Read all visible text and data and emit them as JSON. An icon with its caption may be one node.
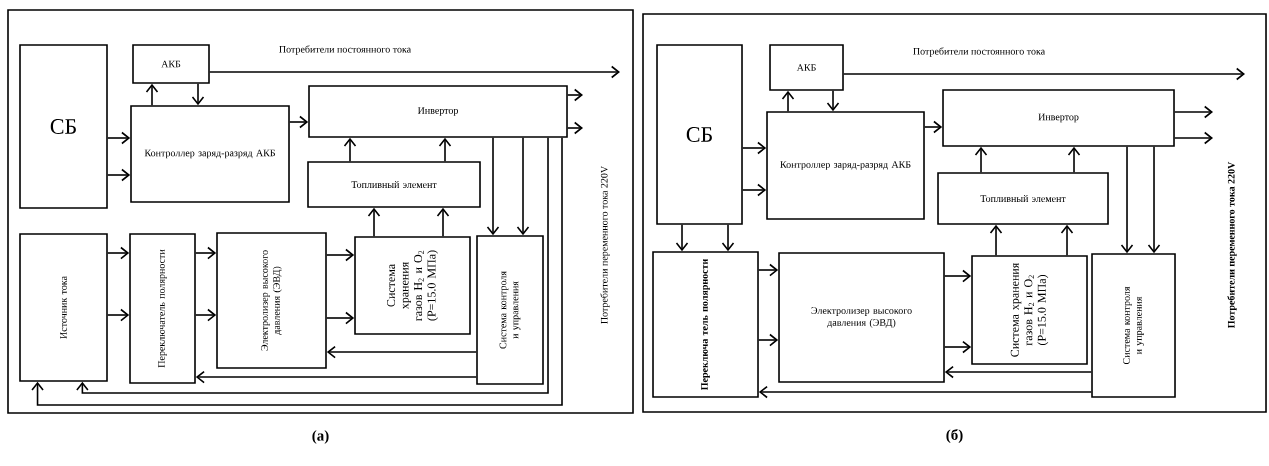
{
  "diagram": {
    "nodes": [
      {
        "text": [
          "(a)"
        ]
      },
      {
        "text": [
          "СБ"
        ],
        "in": 0
      },
      {
        "text": [
          "АКБ"
        ],
        "in": 0
      },
      {
        "text": [
          "Контроллер заряд-разряд АКБ"
        ],
        "in": 0
      },
      {
        "text": [
          "Инвертор"
        ],
        "in": 0
      },
      {
        "text": [
          "Топливный элемент"
        ],
        "in": 0
      },
      {
        "text": [
          "Источник тока"
        ],
        "in": 0
      },
      {
        "text": [
          "Переключатель полярности"
        ],
        "in": 0
      },
      {
        "text": [
          "Электролизер высокого давления (ЭВД)"
        ],
        "in": 0
      },
      {
        "text": [
          "Система хранения газов H$_{2}$ и O$_{2}$ (P=15.0 МПа)"
        ],
        "in": 0
      },
      {
        "text": [
          "Система контроля и управления"
        ],
        "in": 0
      },
      {
        "text": [
          "(б)"
        ]
      },
      {
        "text": [
          "СБ"
        ],
        "in": 11
      },
      {
        "text": [
          "АКБ"
        ],
        "in": 11
      },
      {
        "text": [
          "Контроллер заряд-разряд АКБ"
        ],
        "in": 11
      },
      {
        "text": [
          "Инвертор"
        ],
        "in": 11
      },
      {
        "text": [
          "Топливный элемент"
        ],
        "in": 11
      },
      {
        "text": [
          "Переключа тель полярности"
        ],
        "in": 11
      },
      {
        "text": [
          "Электролизер высокого давления (ЭВД)"
        ],
        "in": 11
      },
      {
        "text": [
          "Система хранения газов H$_{2}$ и O$_{2}$ (P=15.0 МПа)"
        ],
        "in": 11
      },
      {
        "text": [
          "Система контроля и управления"
        ],
        "in": 11
      }
    ],
    "edges": [
      {
        "from": 3,
        "to": 2,
        "arrow": "to"
      },
      {
        "from": 2,
        "to": 3,
        "arrow": "to"
      },
      {
        "from": 1,
        "to": 3,
        "arrow": "to"
      },
      {
        "from": 1,
        "to": 3,
        "arrow": "to"
      },
      {
        "from": 3,
        "to": 4,
        "arrow": "to"
      },
      {
        "from": 5,
        "to": 4,
        "arrow": "to"
      },
      {
        "from": 5,
        "to": 4,
        "arrow": "to"
      },
      {
        "from": 9,
        "to": 5,
        "arrow": "to"
      },
      {
        "from": 9,
        "to": 5,
        "arrow": "to"
      },
      {
        "from": 4,
        "to": 10,
        "arrow": "to"
      },
      {
        "from": 4,
        "to": 10,
        "arrow": "to"
      },
      {
        "from": 6,
        "to": 7,
        "arrow": "to"
      },
      {
        "from": 6,
        "to": 7,
        "arrow": "to"
      },
      {
        "from": 7,
        "to": 8,
        "arrow": "to"
      },
      {
        "from": 7,
        "to": 8,
        "arrow": "to"
      },
      {
        "from": 8,
        "to": 9,
        "arrow": "to"
      },
      {
        "from": 8,
        "to": 9,
        "arrow": "to"
      },
      {
        "from": 10,
        "to": 8,
        "arrow": "to"
      },
      {
        "from": 10,
        "to": 7,
        "arrow": "to"
      },
      {
        "from": 4,
        "to": 6,
        "arrow": "to"
      },
      {
        "from": 4,
        "to": 6,
        "arrow": "to"
      },
      {
        "from": 2,
        "to": null,
        "arrow": "to"
      },
      {
        "from": 4,
        "to": null,
        "arrow": "to"
      },
      {
        "from": 4,
        "to": null,
        "arrow": "to"
      },
      {
        "from": 14,
        "to": 13,
        "arrow": "to"
      },
      {
        "from": 13,
        "to": 14,
        "arrow": "to"
      },
      {
        "from": 12,
        "to": 14,
        "arrow": "to"
      },
      {
        "from": 12,
        "to": 14,
        "arrow": "to"
      },
      {
        "from": 12,
        "to": 17,
        "arrow": "to"
      },
      {
        "from": 12,
        "to": 17,
        "arrow": "to"
      },
      {
        "from": 14,
        "to": 15,
        "arrow": "to"
      },
      {
        "from": 16,
        "to": 15,
        "arrow": "to"
      },
      {
        "from": 16,
        "to": 15,
        "arrow": "to"
      },
      {
        "from": 19,
        "to": 16,
        "arrow": "to"
      },
      {
        "from": 19,
        "to": 16,
        "arrow": "to"
      },
      {
        "from": 15,
        "to": 20,
        "arrow": "to"
      },
      {
        "from": 15,
        "to": 20,
        "arrow": "to"
      },
      {
        "from": 17,
        "to": 18,
        "arrow": "to"
      },
      {
        "from": 17,
        "to": 18,
        "arrow": "to"
      },
      {
        "from": 18,
        "to": 19,
        "arrow": "to"
      },
      {
        "from": 18,
        "to": 19,
        "arrow": "to"
      },
      {
        "from": 20,
        "to": 18,
        "arrow": "to"
      },
      {
        "from": 20,
        "to": 17,
        "arrow": "to"
      },
      {
        "from": 13,
        "to": null,
        "arrow": "to"
      },
      {
        "from": 15,
        "to": null,
        "arrow": "to"
      },
      {
        "from": 15,
        "to": null,
        "arrow": "to"
      }
    ],
    "labels": [
      "Потребители постоянного тока",
      "Потребители переменного тока 220V",
      "Потребители постоянного тока",
      "Потребители переменного тока 220V"
    ]
  }
}
